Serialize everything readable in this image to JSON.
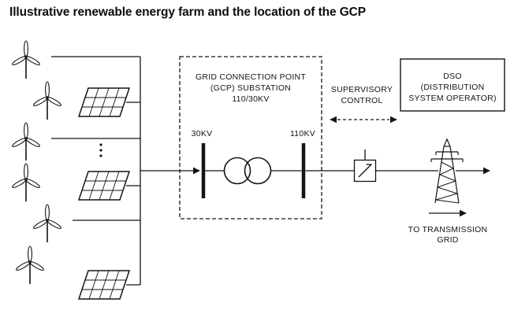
{
  "page": {
    "title": "Illustrative renewable energy farm and the location of the GCP"
  },
  "diagram": {
    "gcp_box": {
      "line1": "GRID CONNECTION POINT",
      "line2": "(GCP) SUBSTATION",
      "line3": "110/30KV"
    },
    "bus_labels": {
      "low": "30KV",
      "high": "110KV"
    },
    "supervisory": {
      "line1": "SUPERVISORY",
      "line2": "CONTROL"
    },
    "dso": {
      "line1": "DSO",
      "line2": "(DISTRIBUTION",
      "line3": "SYSTEM OPERATOR)"
    },
    "transmission": {
      "line1": "TO TRANSMISSION",
      "line2": "GRID"
    },
    "icons": {
      "wind_turbine": "three-blade wind turbine pictogram",
      "wind_turbine_count": 6,
      "solar_panel": "tilted photovoltaic panel grid",
      "solar_panel_count": 3,
      "transformer": "two overlapping circles",
      "breaker": "square with diagonal switch blade",
      "transmission_tower": "lattice pylon",
      "more_items_ellipsis": "vertical three dots"
    },
    "colors": {
      "ink": "#141414",
      "background": "#ffffff"
    }
  }
}
